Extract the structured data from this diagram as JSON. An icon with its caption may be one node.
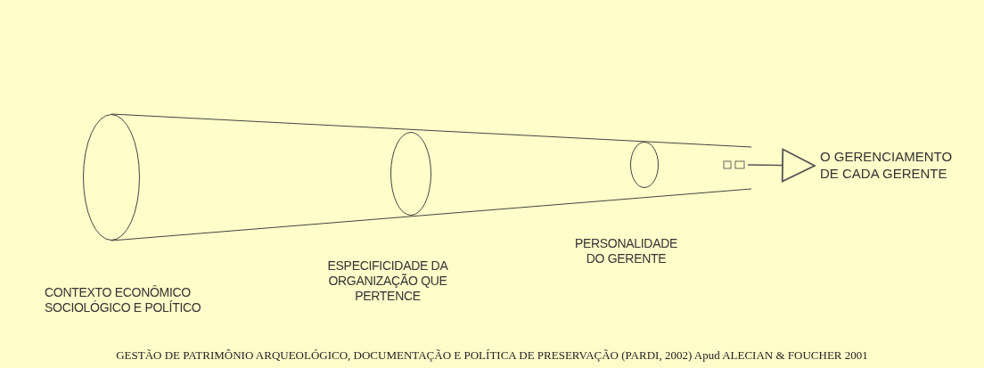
{
  "diagram": {
    "caption": "GESTÃO DE PATRIMÔNIO ARQUEOLÓGICO, DOCUMENTAÇÃO E POLÍTICA DE PRESERVAÇÃO (PARDI, 2002) Apud ALECIAN & FOUCHER 2001",
    "nodes": [
      {
        "text": [],
        "shape": "circle"
      },
      {
        "text": [],
        "shape": "circle"
      },
      {
        "text": [],
        "shape": "circle"
      },
      {
        "text": [
          "O GERENCIAMENTO DE CADA GERENTE"
        ]
      }
    ],
    "edges": [
      {
        "from": null,
        "to": 3,
        "arrow": "to"
      }
    ],
    "labels": [
      "PERSONALIDADE DO GERENTE",
      "ESPECIFICIDADE DA ORGANIZAÇÃO QUE PERTENCE",
      "CONTEXTO ECONÔMICO SOCIOLÓGICO E POLÍTICO"
    ]
  }
}
